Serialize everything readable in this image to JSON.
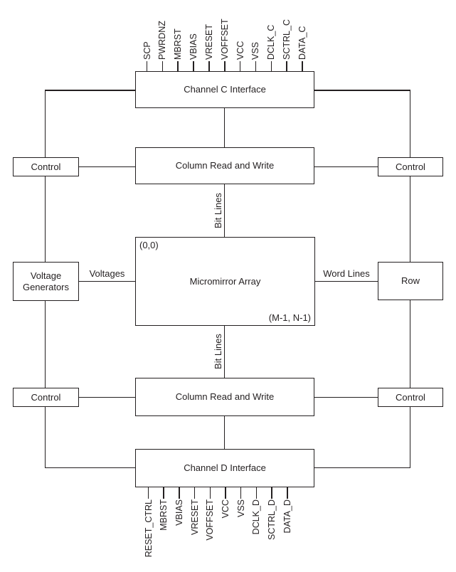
{
  "diagram": {
    "boxes": {
      "channel_c_interface": "Channel C Interface",
      "column_read_write_top": "Column Read and Write",
      "control": "Control",
      "voltage_generators": "Voltage Generators",
      "micromirror_array": "Micromirror Array",
      "row": "Row",
      "column_read_write_bottom": "Column Read and Write",
      "channel_d_interface": "Channel D Interface"
    },
    "annotations": {
      "array_origin": "(0,0)",
      "array_max": "(M-1, N-1)",
      "voltages": "Voltages",
      "word_lines": "Word Lines",
      "bit_lines": "Bit Lines"
    },
    "top_pins": [
      "SCP",
      "PWRDNZ",
      "MBRST",
      "VBIAS",
      "VRESET",
      "VOFFSET",
      "VCC",
      "VSS",
      "DCLK_C",
      "SCTRL_C",
      "DATA_C"
    ],
    "bottom_pins": [
      "RESET_CTRL",
      "MBRST",
      "VBIAS",
      "VRESET",
      "VOFFSET",
      "VCC",
      "VSS",
      "DCLK_D",
      "SCTRL_D",
      "DATA_D"
    ],
    "colors": {
      "line": "#231f20",
      "background": "#ffffff"
    }
  }
}
